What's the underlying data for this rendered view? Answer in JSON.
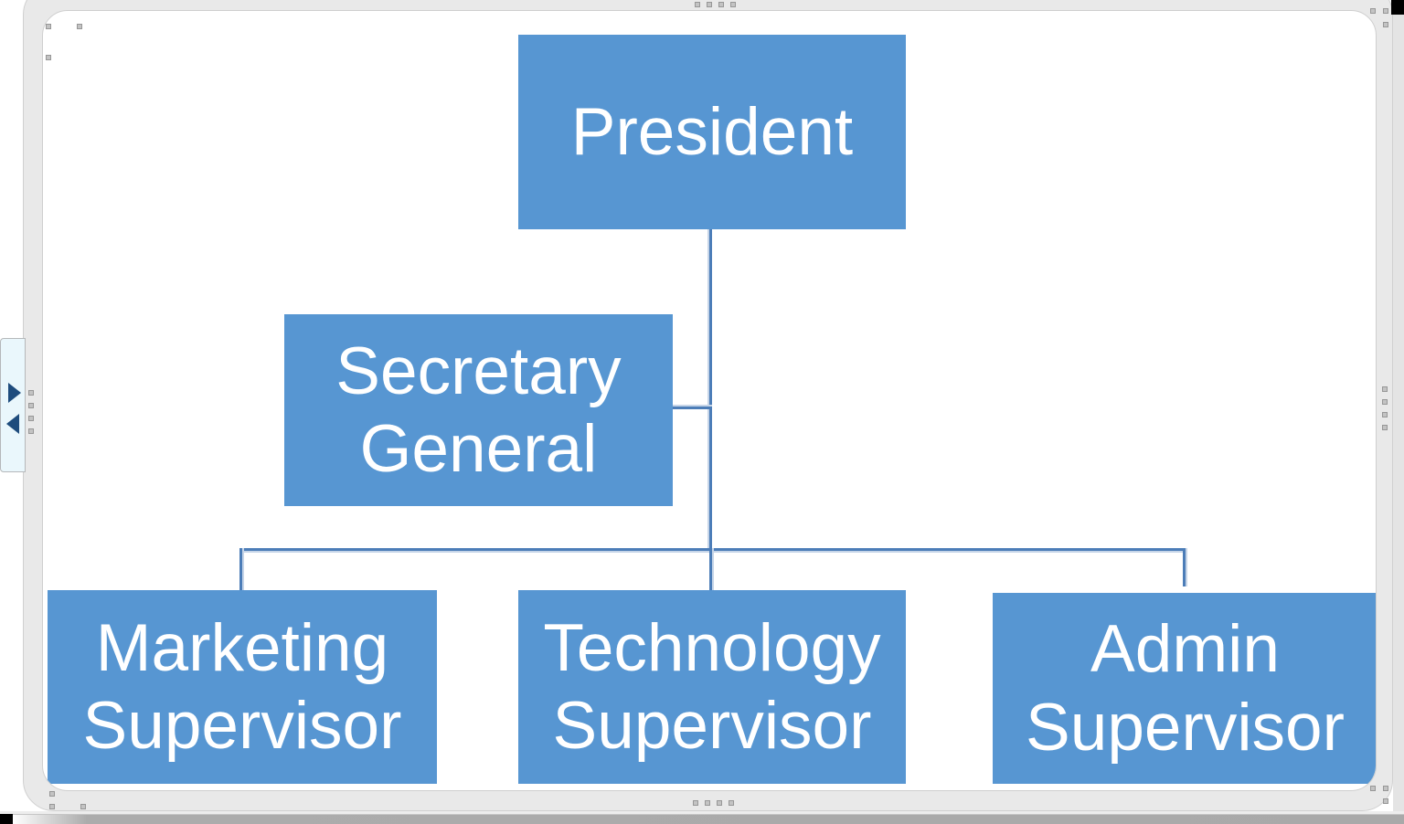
{
  "org_chart": {
    "type": "hierarchy",
    "nodes": [
      {
        "id": "president",
        "label": "President"
      },
      {
        "id": "secretary-general",
        "label": "Secretary General"
      },
      {
        "id": "marketing-supervisor",
        "label": "Marketing Supervisor"
      },
      {
        "id": "technology-supervisor",
        "label": "Technology Supervisor"
      },
      {
        "id": "admin-supervisor",
        "label": "Admin Supervisor"
      }
    ],
    "edges": [
      {
        "from": "president",
        "to": "secretary-general",
        "style": "assistant-stub"
      },
      {
        "from": "president",
        "to": "marketing-supervisor",
        "style": "elbow"
      },
      {
        "from": "president",
        "to": "technology-supervisor",
        "style": "elbow"
      },
      {
        "from": "president",
        "to": "admin-supervisor",
        "style": "elbow"
      }
    ]
  },
  "colors": {
    "node_fill": "#5796D2",
    "node_text": "#FFFFFF",
    "connector": "#4C7DB8",
    "connector_halo": "#C6D5E8",
    "frame_band": "#E9E9E9",
    "frame_line": "#CFCFCF",
    "handle_dot": "#C3C3C3",
    "pane_toggle_fill": "#EAF7FC",
    "pane_toggle_arrow": "#1E4C7D"
  },
  "ui": {
    "text_pane_toggle_icons": [
      "triangle-right-icon",
      "triangle-left-icon"
    ]
  }
}
